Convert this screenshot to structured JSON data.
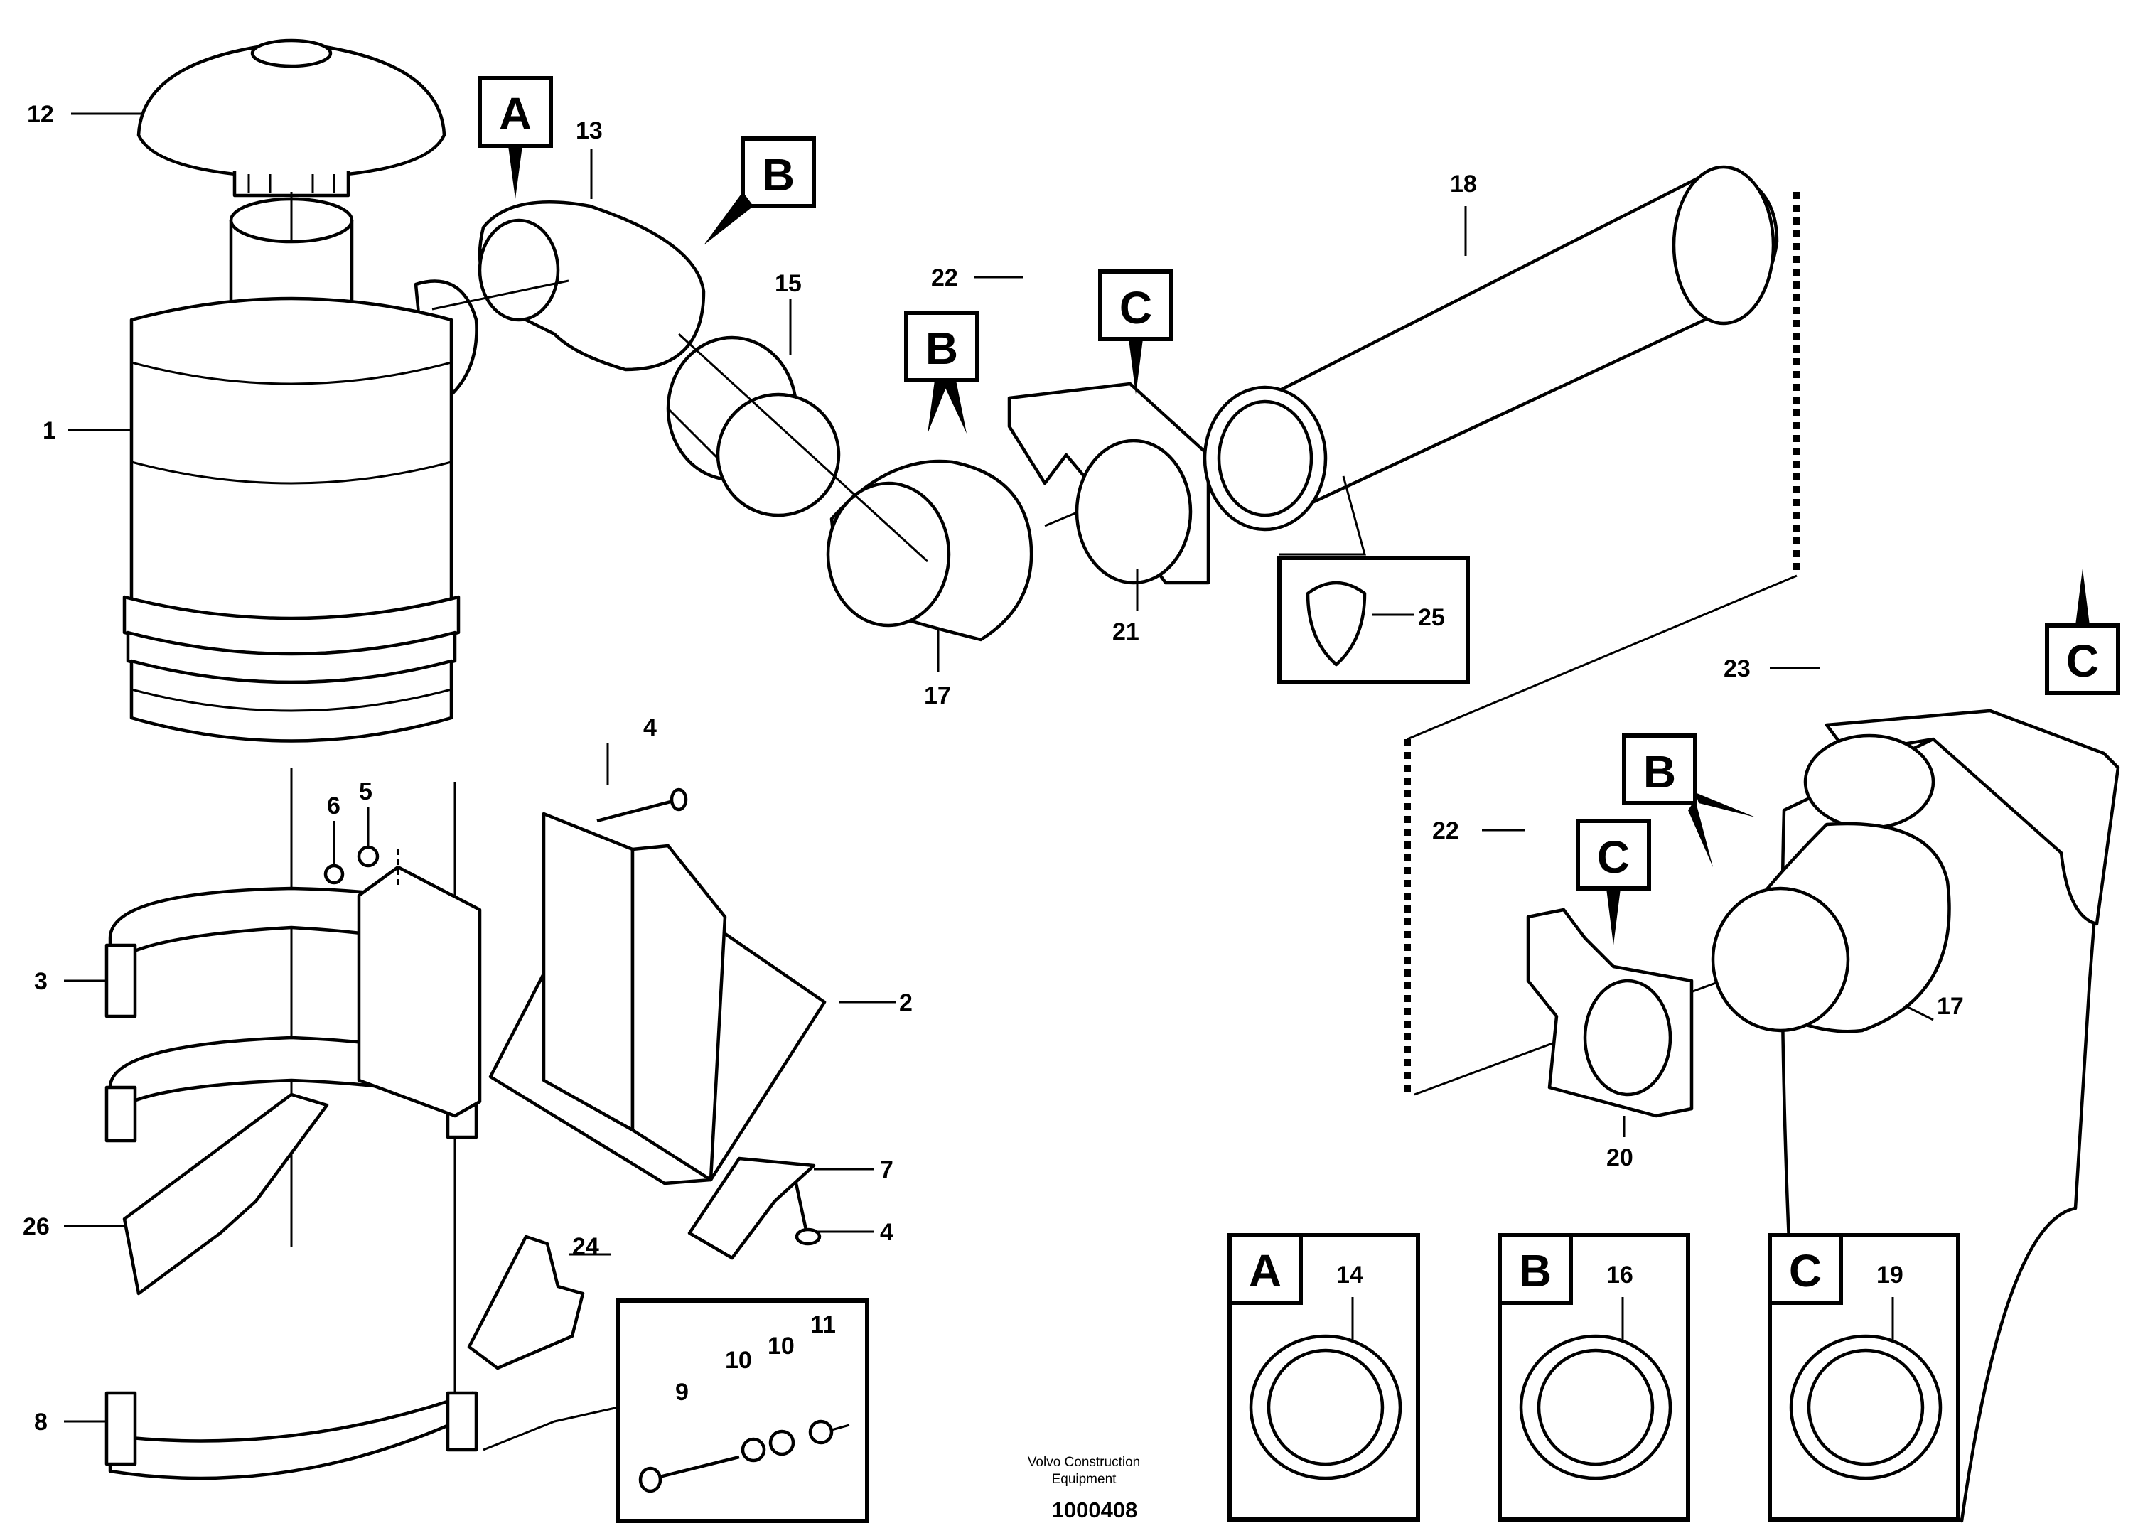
{
  "footer": {
    "credit_line1": "Volvo Construction",
    "credit_line2": "Equipment",
    "doc_number": "1000408"
  },
  "labels": {
    "p1": "1",
    "p2": "2",
    "p3": "3",
    "p4a": "4",
    "p4b": "4",
    "p5": "5",
    "p6": "6",
    "p7": "7",
    "p8": "8",
    "p9": "9",
    "p10a": "10",
    "p10b": "10",
    "p11": "11",
    "p12": "12",
    "p13": "13",
    "p14": "14",
    "p15": "15",
    "p16": "16",
    "p17a": "17",
    "p17b": "17",
    "p18": "18",
    "p19": "19",
    "p20": "20",
    "p21": "21",
    "p22a": "22",
    "p22b": "22",
    "p23": "23",
    "p24": "24",
    "p25": "25",
    "p26": "26"
  },
  "callouts": {
    "a_top": "A",
    "b_top": "B",
    "b_mid": "B",
    "c_mid": "C",
    "c_right": "C",
    "b_right": "B",
    "c_right2": "C",
    "legend_a": "A",
    "legend_b": "B",
    "legend_c": "C"
  }
}
